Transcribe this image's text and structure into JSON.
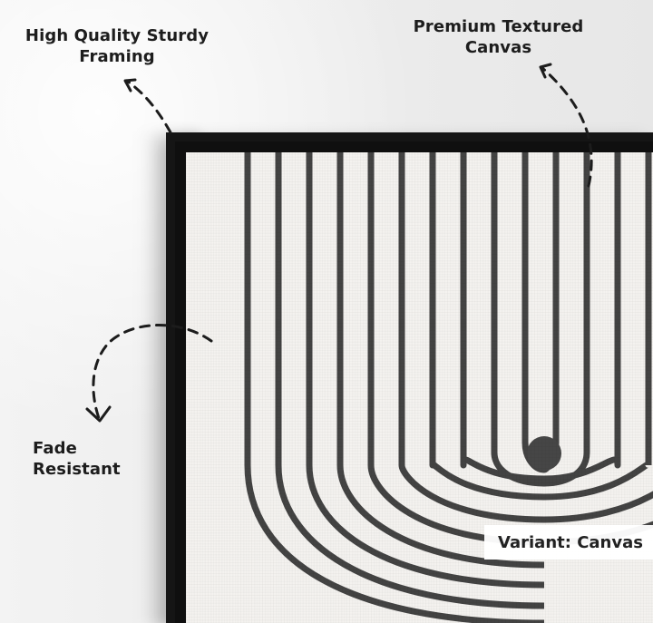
{
  "callouts": {
    "framing": "High Quality Sturdy\nFraming",
    "canvas": "Premium Textured\nCanvas",
    "fade": "Fade Resistant"
  },
  "variant": {
    "label": "Variant: Canvas"
  },
  "colors": {
    "frame": "#151515",
    "canvas": "#f1efec",
    "ink": "#1d1d1d",
    "badge": "#ffffff"
  },
  "icons": {
    "framing_arrow": "dashed-arrow-icon",
    "canvas_arrow": "dashed-arrow-icon",
    "fade_arrow": "dashed-arrow-icon"
  }
}
